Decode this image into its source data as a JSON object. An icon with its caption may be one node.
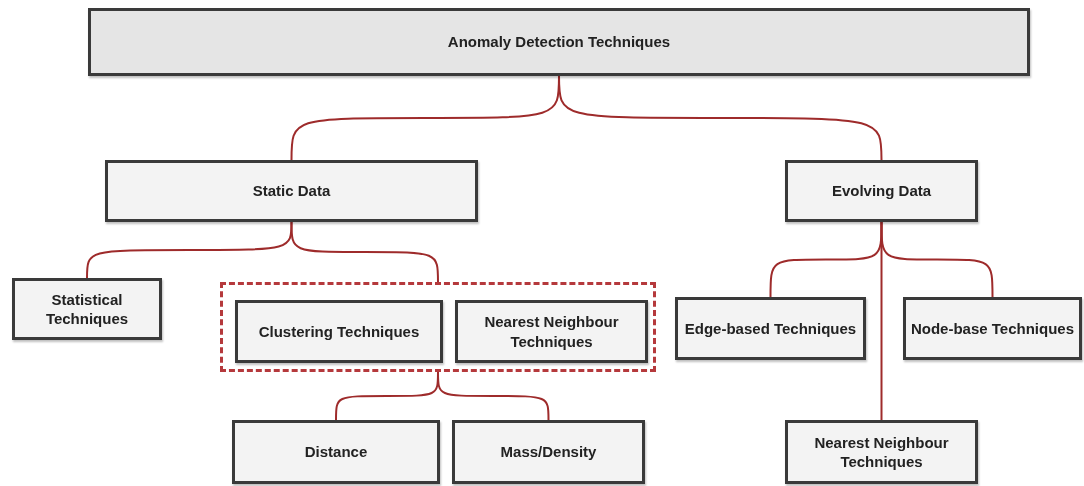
{
  "diagram": {
    "nodes": [
      {
        "text": [
          "Anomaly Detection Techniques"
        ]
      },
      {
        "text": [
          "Static Data"
        ]
      },
      {
        "text": [
          "Evolving Data"
        ]
      },
      {
        "text": [
          "Statistical Techniques"
        ]
      },
      {
        "text": [],
        "shape": "box"
      },
      {
        "text": [
          "Clustering Techniques"
        ],
        "in": 4
      },
      {
        "text": [
          "Nearest Neighbour Techniques"
        ],
        "in": 4
      },
      {
        "text": [
          "Edge-based Techniques"
        ]
      },
      {
        "text": [
          "Node-base Techniques"
        ]
      },
      {
        "text": [
          "Distance"
        ]
      },
      {
        "text": [
          "Mass/Density"
        ]
      },
      {
        "text": [
          "Nearest Neighbour Techniques"
        ]
      }
    ],
    "edges": [
      {
        "from": 0,
        "to": 1,
        "arrow": "none"
      },
      {
        "from": 0,
        "to": 2,
        "arrow": "none"
      },
      {
        "from": 1,
        "to": 3,
        "arrow": "none"
      },
      {
        "from": 1,
        "to": 4,
        "arrow": "none"
      },
      {
        "from": 4,
        "to": 9,
        "arrow": "none"
      },
      {
        "from": 4,
        "to": 10,
        "arrow": "none"
      },
      {
        "from": 2,
        "to": 7,
        "arrow": "none"
      },
      {
        "from": 2,
        "to": 11,
        "arrow": "none"
      },
      {
        "from": 2,
        "to": 8,
        "arrow": "none"
      }
    ]
  }
}
